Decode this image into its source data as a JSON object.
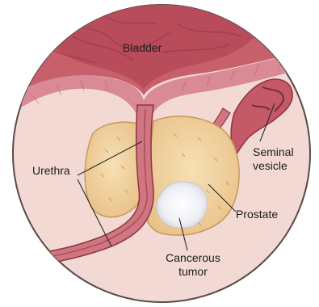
{
  "labels": {
    "bladder": "Bladder",
    "urethra": "Urethra",
    "seminal_vesicle": [
      "Seminal",
      "vesicle"
    ],
    "prostate": "Prostate",
    "cancerous_tumor": [
      "Cancerous",
      "tumor"
    ]
  },
  "colors": {
    "circle_background": "#f3d9d4",
    "circle_border": "#5a4a48",
    "bladder_fill": "#c8606c",
    "bladder_muscle": "#d98a94",
    "prostate_fill": "#f1d3a0",
    "tumor_fill": "#f4f4f6",
    "urethra_fill": "#d07680",
    "leader_line": "#2a2a2a"
  }
}
